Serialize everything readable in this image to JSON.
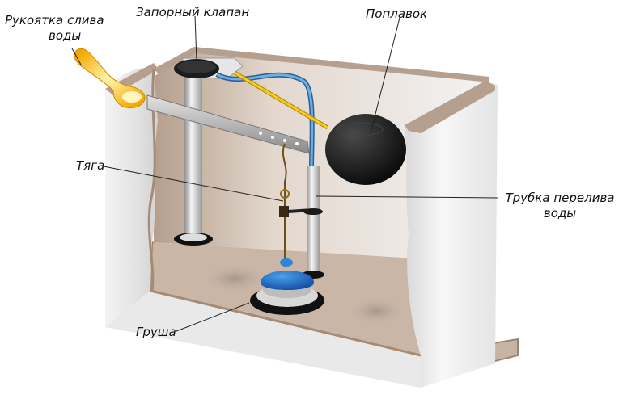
{
  "diagram": {
    "subject": "toilet cistern flush mechanism cutaway",
    "colors": {
      "tank_inner": "#c7b3a4",
      "tank_rim": "#b5a08f",
      "tank_wall": "#eeeeee",
      "float_ball": "#1a1a1a",
      "flapper": "#1e6fc4",
      "handle": "#f2b400",
      "float_arm": "#f2c20a",
      "hose": "#5a9ad6",
      "metal": "#c9c9c9",
      "leader_line": "#222222"
    },
    "labels": {
      "handle": {
        "line1": "Рукоятка слива",
        "line2": "воды"
      },
      "shutoff_valve": "Запорный клапан",
      "float": "Поплавок",
      "rod": "Тяга",
      "overflow_tube": {
        "line1": "Трубка перелива",
        "line2": "воды"
      },
      "flapper": "Груша"
    }
  }
}
